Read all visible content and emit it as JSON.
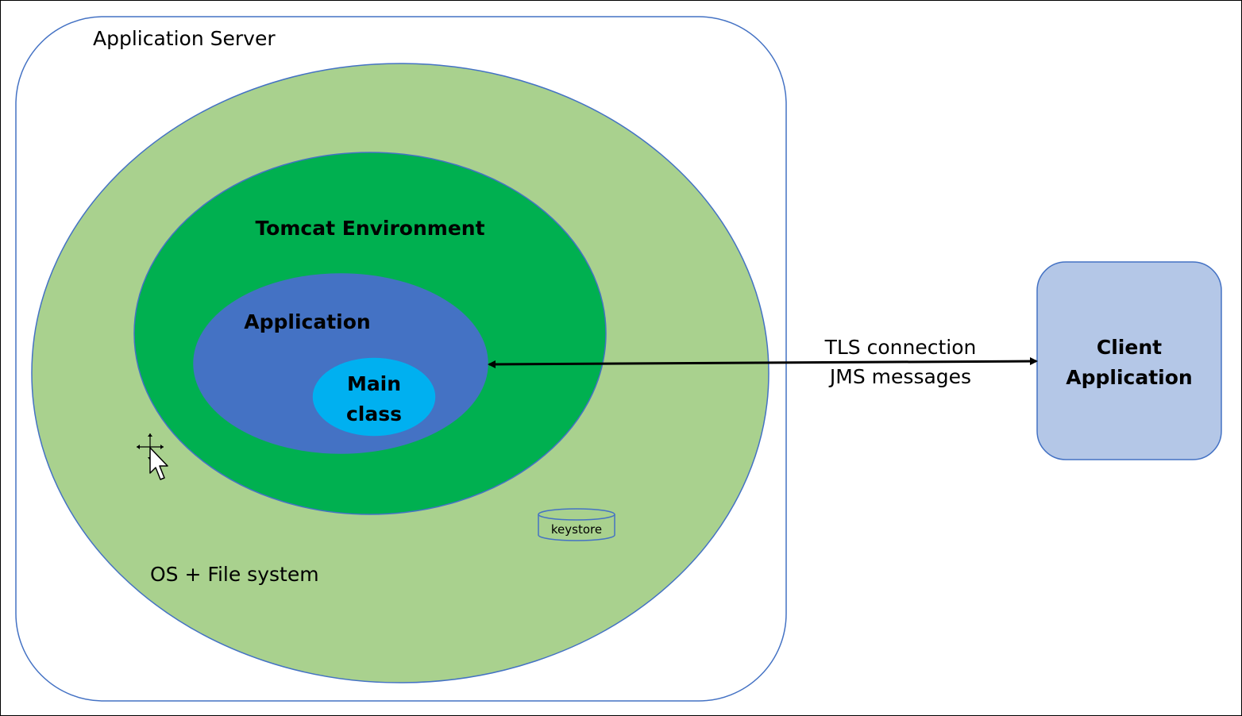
{
  "diagram": {
    "app_server_label": "Application Server",
    "os_fs_label": "OS + File system",
    "tomcat_label": "Tomcat Environment",
    "application_label": "Application",
    "main_class_line1": "Main",
    "main_class_line2": "class",
    "keystore_label": "keystore",
    "connection_line1": "TLS connection",
    "connection_line2": "JMS messages",
    "client_line1": "Client",
    "client_line2": "Application"
  },
  "colors": {
    "os_fill": "#a9d18e",
    "tomcat_fill": "#00b050",
    "application_fill": "#4472c4",
    "main_class_fill": "#00b0f0",
    "client_fill": "#b4c7e7",
    "outline": "#4472c4"
  }
}
